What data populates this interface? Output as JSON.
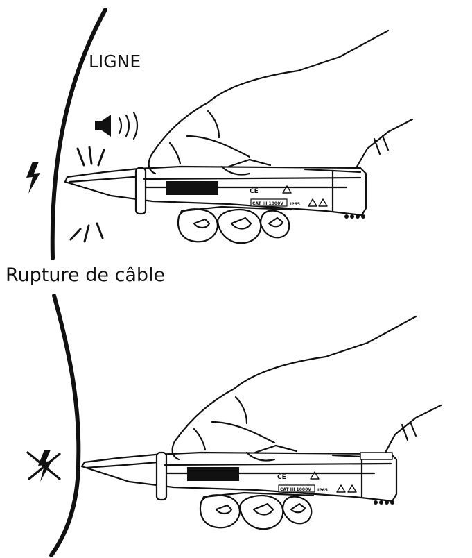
{
  "labels": {
    "line": "LIGNE",
    "cable_break": "Rupture de câble"
  },
  "tester_markings": {
    "ce": "CE",
    "cat": "CAT III 1000V",
    "ip": "IP65"
  },
  "icons": {
    "live": "lightning-bolt-icon",
    "no_voltage": "crossed-lightning-bolt-icon",
    "sound": "speaker-sound-icon",
    "tip_glow": "glow-rays-icon"
  },
  "colors": {
    "ink": "#111111",
    "paper": "#ffffff"
  }
}
